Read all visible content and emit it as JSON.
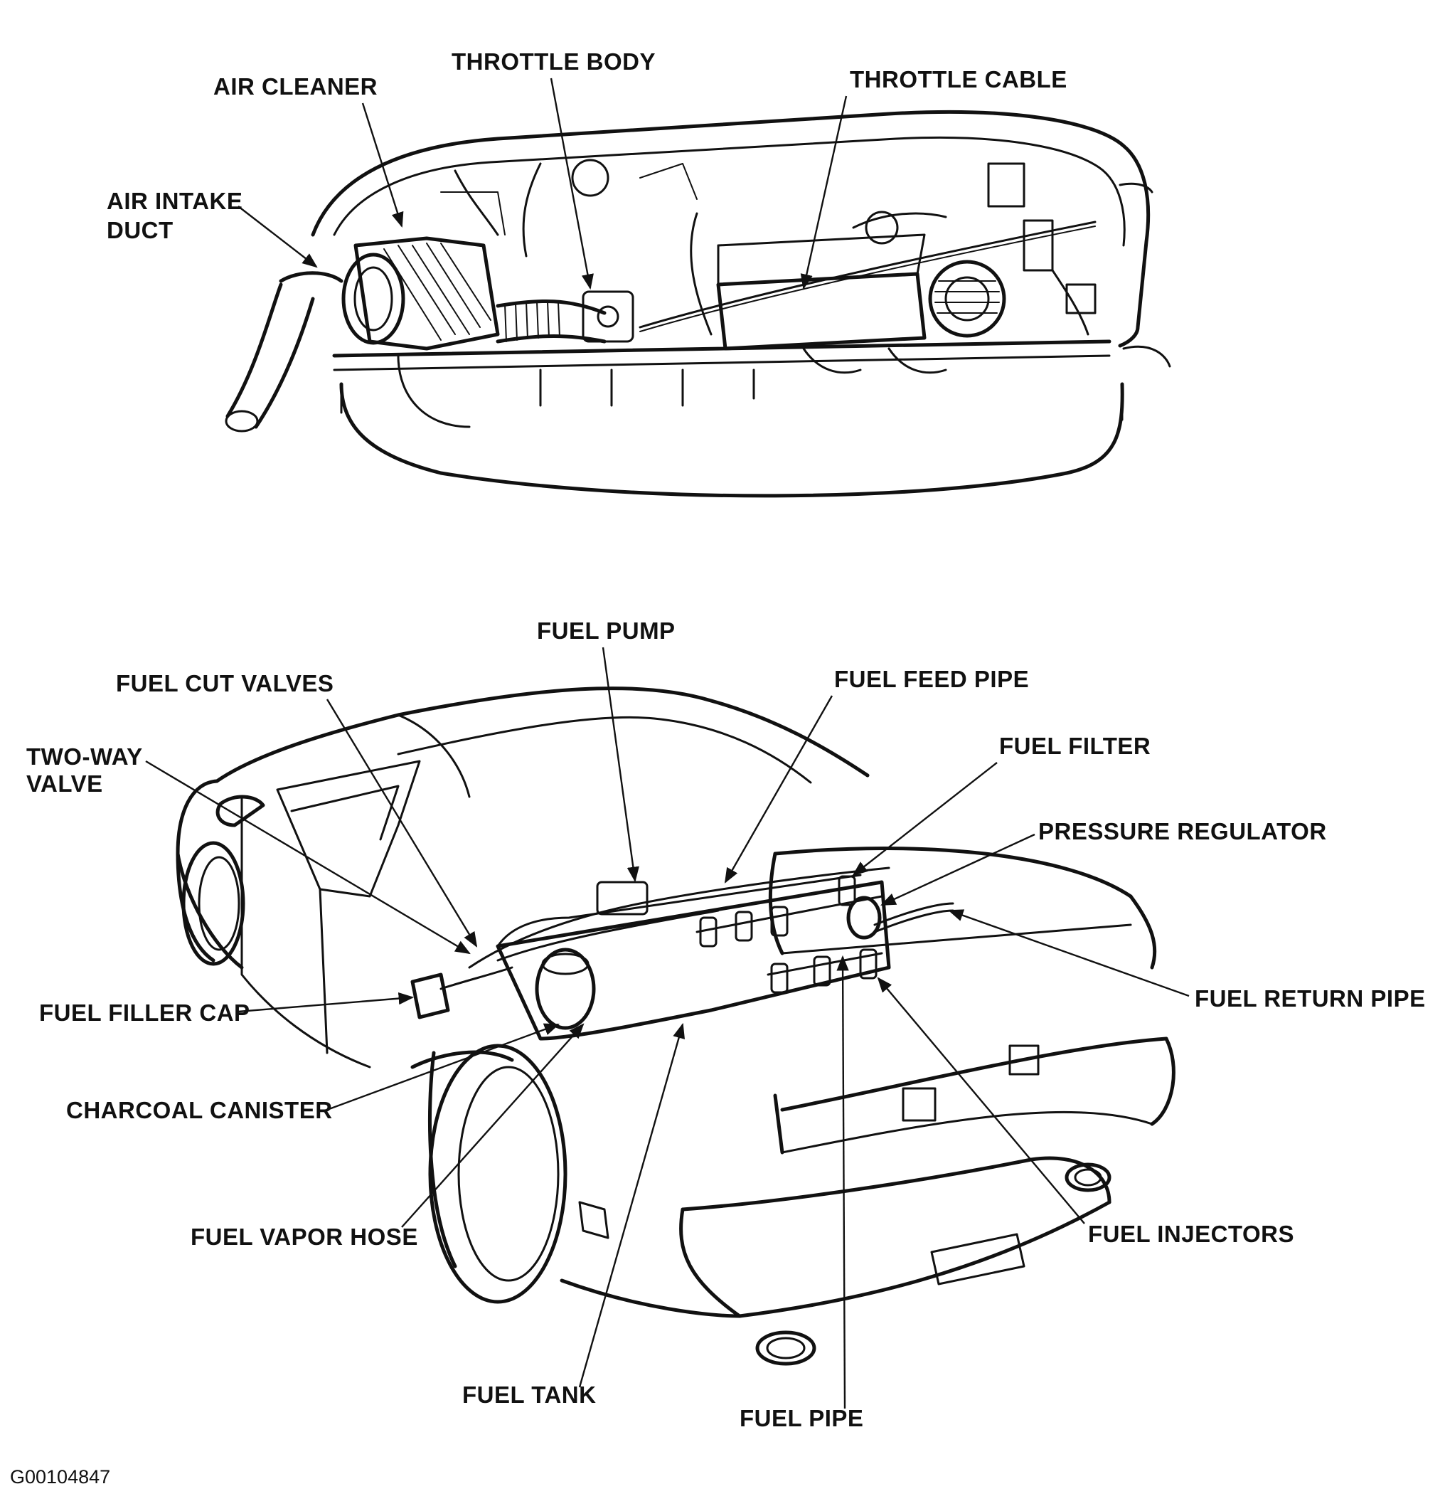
{
  "diagram": {
    "engine_labels": {
      "air_cleaner": "AIR CLEANER",
      "throttle_body": "THROTTLE BODY",
      "throttle_cable": "THROTTLE CABLE",
      "air_intake_duct_line1": "AIR INTAKE",
      "air_intake_duct_line2": "DUCT"
    },
    "fuel_labels": {
      "fuel_pump": "FUEL PUMP",
      "fuel_cut_valves": "FUEL CUT VALVES",
      "fuel_feed_pipe": "FUEL FEED PIPE",
      "two_way_valve_line1": "TWO-WAY",
      "two_way_valve_line2": "VALVE",
      "fuel_filter": "FUEL FILTER",
      "pressure_regulator": "PRESSURE REGULATOR",
      "fuel_filler_cap": "FUEL FILLER CAP",
      "fuel_return_pipe": "FUEL RETURN PIPE",
      "charcoal_canister": "CHARCOAL CANISTER",
      "fuel_vapor_hose": "FUEL VAPOR HOSE",
      "fuel_injectors": "FUEL INJECTORS",
      "fuel_tank": "FUEL TANK",
      "fuel_pipe": "FUEL PIPE"
    },
    "figure_code": "G00104847"
  }
}
